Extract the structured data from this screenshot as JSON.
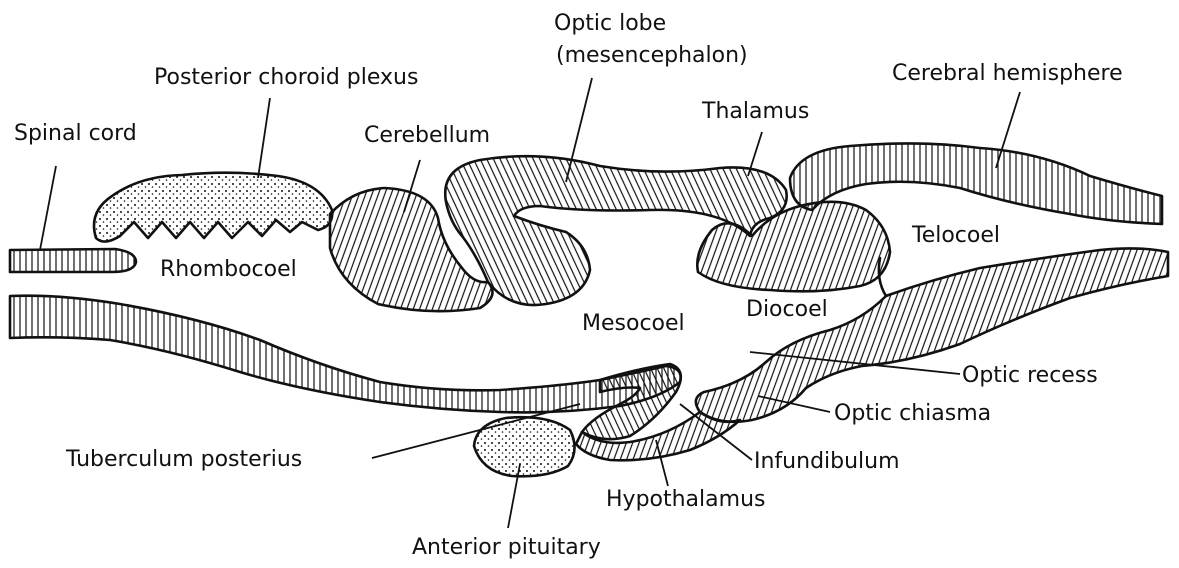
{
  "figure": {
    "labels": {
      "spinal_cord": "Spinal cord",
      "posterior_choroid_plexus": "Posterior choroid plexus",
      "cerebellum": "Cerebellum",
      "optic_lobe_line1": "Optic lobe",
      "optic_lobe_line2": "(mesencephalon)",
      "thalamus": "Thalamus",
      "cerebral_hemisphere": "Cerebral hemisphere",
      "rhombocoel": "Rhombocoel",
      "telocoel": "Telocoel",
      "mesocoel": "Mesocoel",
      "diocoel": "Diocoel",
      "optic_recess": "Optic recess",
      "optic_chiasma": "Optic chiasma",
      "tuberculum_posterius": "Tuberculum posterius",
      "infundibulum": "Infundibulum",
      "hypothalamus": "Hypothalamus",
      "anterior_pituitary": "Anterior pituitary"
    },
    "colors": {
      "ink": "#111111",
      "paper": "#ffffff"
    }
  }
}
